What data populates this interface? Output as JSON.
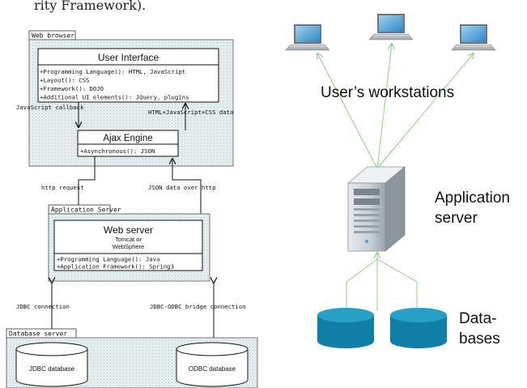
{
  "header_text": "rity Framework).",
  "left_diagram": {
    "web_browser": {
      "package_label": "Web browser",
      "ui_class": {
        "title": "User Interface",
        "lines": [
          "+Programming Language(): HTML, JavaScript",
          "+Layout(): CSS",
          "+Framework(): DOJO",
          "+Additional UI elements(): JQuery, plugins"
        ]
      },
      "js_callback_label": "JavaScript callback",
      "html_js_css_label": "HTML+JavaScript+CSS data",
      "ajax_class": {
        "title": "Ajax Engine",
        "lines": [
          "+Asynchronous(): JSON"
        ]
      }
    },
    "http_request_label": "http request",
    "json_over_http_label": "JSON data over http",
    "app_server": {
      "package_label": "Application Server",
      "web_server_class": {
        "title": "Web server",
        "subtitle_line1": "Tomcat or",
        "subtitle_line2": "WebSphere",
        "lines": [
          "+Programming Language(): Java",
          "+Application Framework(): Spring3"
        ]
      }
    },
    "jdbc_connection_label": "JDBC connection",
    "jdbc_odbc_label": "JDBC-ODBC bridge connection",
    "db_server": {
      "package_label": "Database server",
      "jdbc_db_label": "JDBC database",
      "odbc_db_label": "ODBC database"
    }
  },
  "right_diagram": {
    "workstations_label": "User’s workstations",
    "app_server_label_line1": "Application",
    "app_server_label_line2": "server",
    "databases_label_line1": "Data-",
    "databases_label_line2": "bases"
  },
  "colors": {
    "package_fill": "#dfe9ea",
    "arrow_green": "#8fd080",
    "db_blue": "#0f7fa8",
    "db_top": "#27a0c8"
  }
}
